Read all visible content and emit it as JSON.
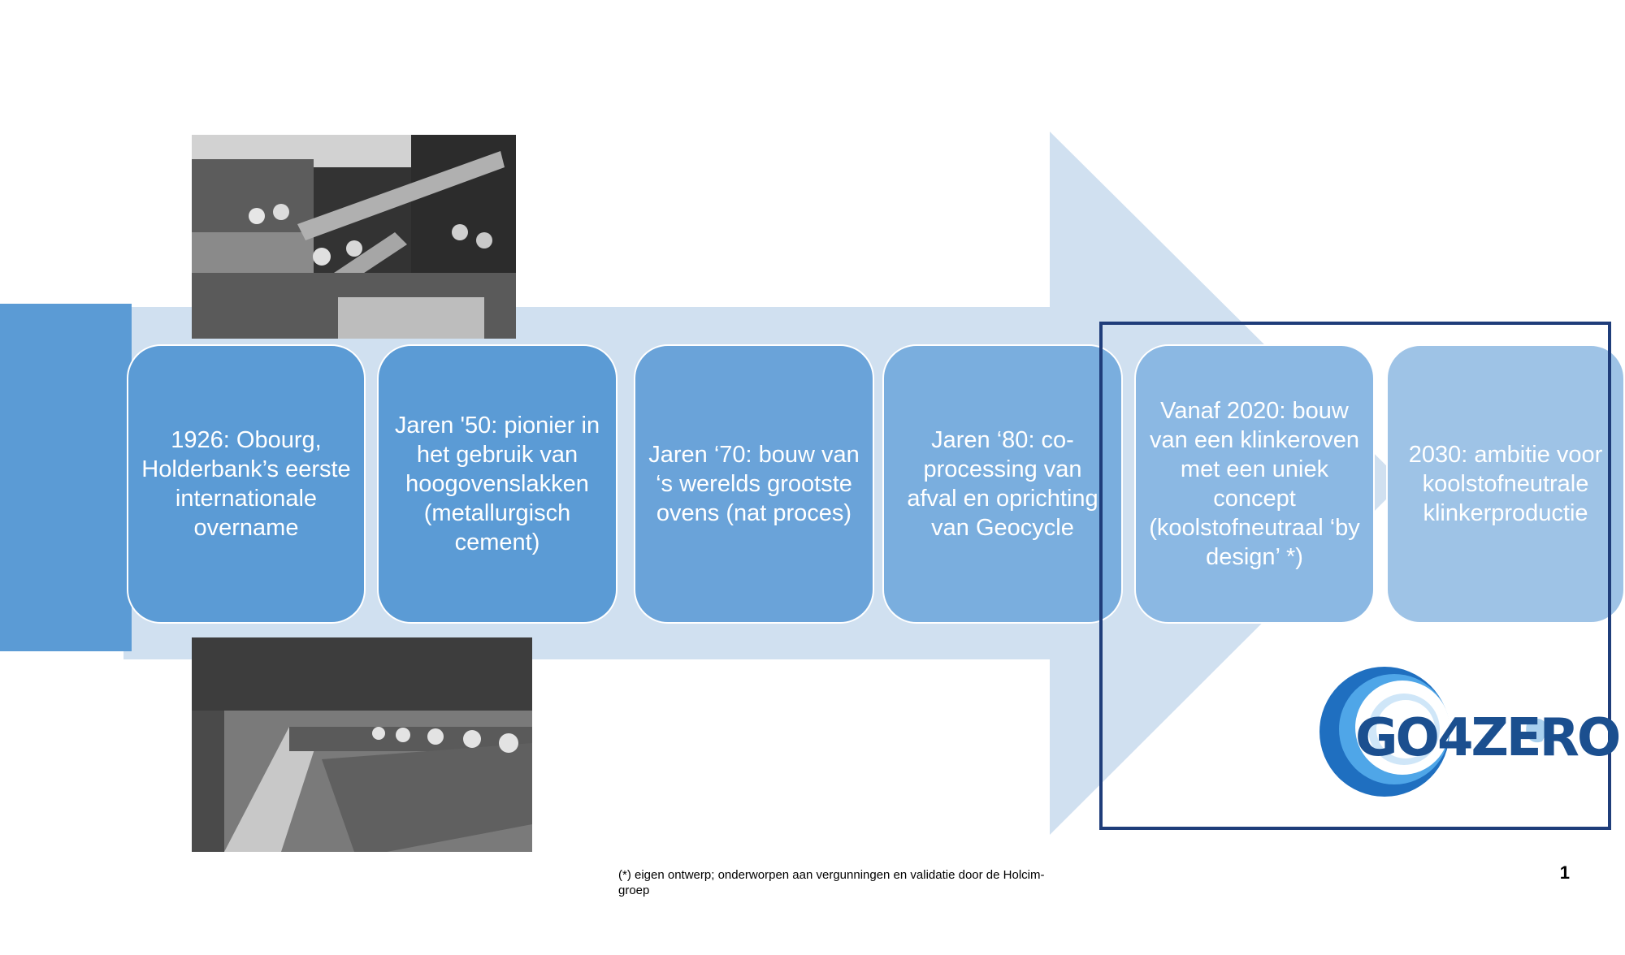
{
  "slide": {
    "side_title": "1911: onze\noorsprong",
    "milestones": [
      {
        "text": "1926: Obourg, Holderbank’s eerste internationale overname"
      },
      {
        "text": "Jaren '50: pionier in het gebruik van hoogovenslakken (metallurgisch cement)"
      },
      {
        "text": "Jaren ‘70: bouw van ‘s werelds grootste ovens (nat proces)"
      },
      {
        "text": "Jaren ‘80: co-processing van afval en oprichting van Geocycle"
      },
      {
        "text": "Vanaf 2020: bouw van een klinkeroven met een uniek concept (koolstofneutraal ‘by  design’ *)"
      },
      {
        "text": "2030: ambitie voor koolstofneutrale klinkerproductie"
      }
    ],
    "photos": [
      {
        "name": "cement-barge-loading-photo"
      },
      {
        "name": "cement-factory-workers-photo"
      }
    ],
    "logo": {
      "text": "GO4ZERO"
    },
    "footnote": "(*) eigen ontwerp; onderworpen aan vergunningen en validatie door de Holcim-groep",
    "page_number": "1"
  },
  "colors": {
    "arrow": "#d0e0f0",
    "box_fill": "#5b9bd5",
    "box_fill_light": "#9ec3e6",
    "side_bar": "#5b9bd5",
    "highlight_border": "#1f3d7a",
    "logo_blue": "#1b4f8f"
  }
}
